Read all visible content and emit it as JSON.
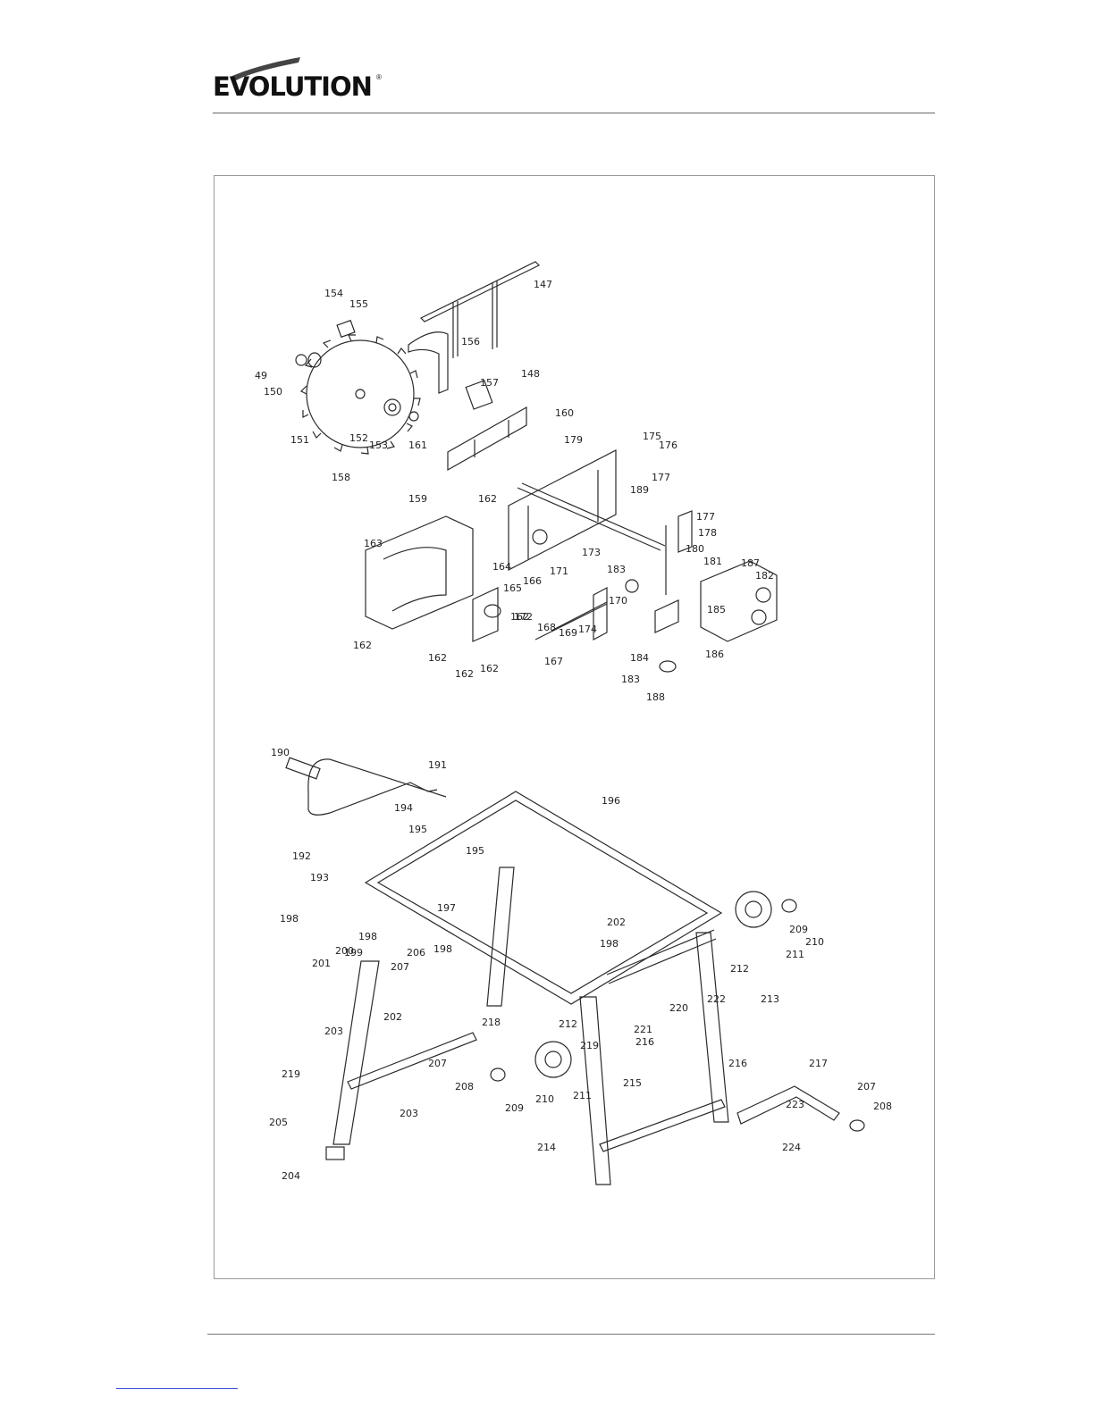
{
  "header": {
    "brand": "EVOLUTION",
    "brand_mark": "®"
  },
  "diagram": {
    "upper_assembly": {
      "part_labels": [
        "147",
        "154",
        "155",
        "156",
        "148",
        "49",
        "150",
        "157",
        "151",
        "152",
        "153",
        "160",
        "158",
        "161",
        "159",
        "162",
        "179",
        "175",
        "176",
        "177",
        "189",
        "177",
        "178",
        "180",
        "181",
        "187",
        "182",
        "163",
        "164",
        "173",
        "171",
        "166",
        "165",
        "183",
        "172",
        "170",
        "162",
        "174",
        "169",
        "168",
        "167",
        "185",
        "186",
        "184",
        "162",
        "162",
        "162",
        "162",
        "183",
        "188"
      ]
    },
    "lower_assembly": {
      "part_labels": [
        "190",
        "191",
        "196",
        "194",
        "195",
        "192",
        "193",
        "195",
        "198",
        "197",
        "198",
        "202",
        "198",
        "209",
        "210",
        "211",
        "199",
        "200",
        "201",
        "206",
        "198",
        "207",
        "212",
        "222",
        "213",
        "202",
        "203",
        "218",
        "220",
        "221",
        "219",
        "212",
        "216",
        "216",
        "217",
        "219",
        "207",
        "208",
        "211",
        "210",
        "209",
        "215",
        "207",
        "208",
        "205",
        "203",
        "214",
        "223",
        "224",
        "204"
      ]
    }
  }
}
